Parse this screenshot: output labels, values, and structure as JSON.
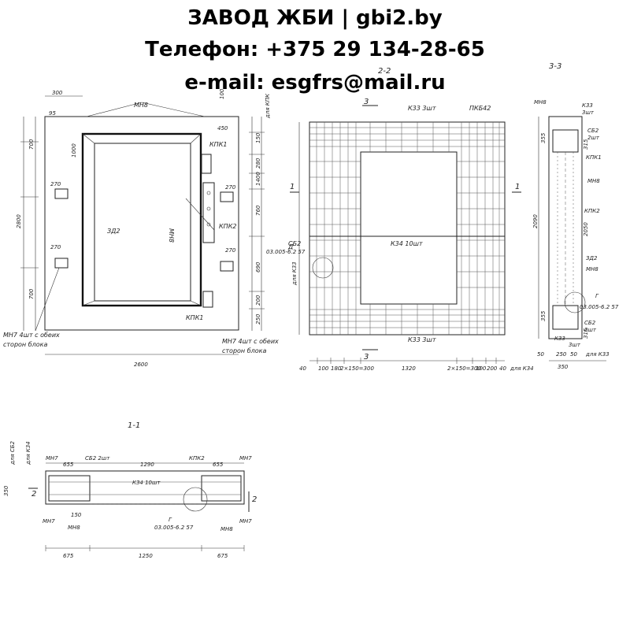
{
  "header": {
    "line1": "ЗАВОД ЖБИ | gbi2.by",
    "line2": "Телефон: +375 29 134-28-65",
    "line3": "e-mail: esgfrs@mail.ru"
  },
  "view_front": {
    "mn8_top": "МН8",
    "mn8_side": "МН8",
    "zd2": "ЗД2",
    "kpk1_top": "КПК1",
    "kpk2": "КПК2",
    "kpk1_bottom": "КПК1",
    "mn7_left": "МН7 4шт с обеих",
    "mn7_left_2": "сторон  блока",
    "mn7_right": "МН7  4шт с обеих",
    "mn7_right_2": "сторон  блока",
    "dim_300": "300",
    "dim_95": "95",
    "dim_2800": "2800",
    "dim_700a": "700",
    "dim_1000": "1000",
    "dim_700b": "700",
    "dim_270a": "270",
    "dim_270b": "270",
    "dim_2600": "2600",
    "dim_450": "450",
    "dim_150": "150",
    "dim_280a": "280",
    "dim_1400": "1400",
    "dim_760": "760",
    "dim_690": "690",
    "dim_200": "200",
    "dim_250": "250",
    "dla_kpk": "для КПК",
    "dim_100": "100"
  },
  "view_2_2": {
    "section": "2-2",
    "k33_top": "К33  3шт",
    "pkb42": "ПКБ42",
    "cut_3_top": "3",
    "cut_1_left": "1",
    "cut_1_right": "1",
    "sb2": "СБ2",
    "detail_d": "Д",
    "detail_ref": "03.005-6.2 57",
    "k34": "К34  10шт",
    "dla_k33": "для К33",
    "k33_bottom": "К33  3шт",
    "cut_3_bottom": "3",
    "dim_40a": "40",
    "dim_100": "100",
    "dim_180": "180",
    "dim_2x150_300": "2×150=300",
    "dim_1320": "1320",
    "dim_2x150_300b": "2×150=300",
    "dim_100b": "100",
    "dim_200b": "200",
    "dim_40b": "40",
    "dla_k34": "для К34"
  },
  "view_3_3": {
    "section": "3-3",
    "mn8": "МН8",
    "k33_a": "К33",
    "k33_a_qty": "3шт",
    "sb2_a": "СБ2",
    "sb2_a_qty": "2шт",
    "kpk1": "КПК1",
    "mn8_b": "МН8",
    "kpk2": "КПК2",
    "zd2": "ЗД2",
    "mn8_c": "МН8",
    "detail_g": "Г",
    "detail_ref": "03.005-6.2 57",
    "sb2_b": "СБ2",
    "sb2_b_qty": "2шт",
    "k33_b": "К33",
    "k33_b_qty": "3шт",
    "dim_355a": "355",
    "dim_315a": "315",
    "dim_2090": "2090",
    "dim_2050": "2050",
    "dim_355b": "355",
    "dim_315b": "315",
    "dim_50": "50",
    "dim_250": "250",
    "dim_50b": "50",
    "dim_350": "350",
    "dla_k33": "для К33"
  },
  "view_1_1": {
    "section": "1-1",
    "mn7_tl": "МН7",
    "dim_655a": "655",
    "sb2": "СБ2  2шт",
    "dim_1290": "1290",
    "kpk2": "КПК2",
    "dim_655b": "655",
    "mn7_tr": "МН7",
    "k34": "К34  10шт",
    "cut_2": "2",
    "cut_2b": "2",
    "mn7_bl": "МН7",
    "mn8_bl": "МН8",
    "dim_150": "150",
    "detail_g": "Г",
    "detail_ref": "03.005-6.2 57",
    "mn8_br": "МН8",
    "mn7_br": "МН7",
    "dim_675a": "675",
    "dim_1250": "1250",
    "dim_675b": "675",
    "dla_sb2": "для СБ2",
    "dla_k34": "для К34",
    "dim_350": "350"
  }
}
